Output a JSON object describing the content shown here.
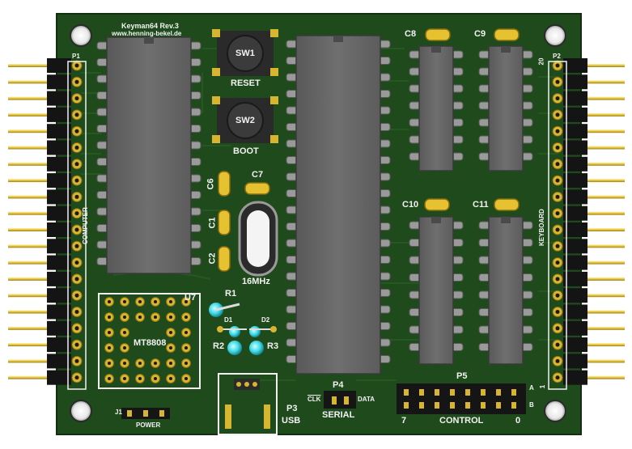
{
  "board": {
    "title": "Keyman64 Rev.3",
    "url": "www.henning-bekel.de",
    "colors": {
      "pcb": "#1f4a1c",
      "pcb_dark": "#173a15",
      "silk": "#f2f2f2",
      "gold": "#d8b530",
      "chip": "#6e6e6e",
      "header": "#151515"
    }
  },
  "labels": {
    "p1": "P1",
    "p2": "P2",
    "p2_pin": "20",
    "p2_pin1": "1",
    "computer": "COMPUTER",
    "keyboard": "KEYBOARD",
    "sw1": "SW1",
    "reset": "RESET",
    "sw2": "SW2",
    "boot": "BOOT",
    "c1": "C1",
    "c2": "C2",
    "c6": "C6",
    "c7": "C7",
    "c8": "C8",
    "c9": "C9",
    "c10": "C10",
    "c11": "C11",
    "crystal": "16MHz",
    "r1": "R1",
    "r2": "R2",
    "r3": "R3",
    "d1": "D1",
    "d2": "D2",
    "u7": "U7",
    "mt8808": "MT8808",
    "j1": "J1",
    "power": "POWER",
    "p3": "P3",
    "usb": "USB",
    "p4": "P4",
    "clk": "CLK",
    "data": "DATA",
    "serial": "SERIAL",
    "p5": "P5",
    "control": "CONTROL",
    "seven": "7",
    "zero": "0",
    "a": "A",
    "b": "B"
  }
}
